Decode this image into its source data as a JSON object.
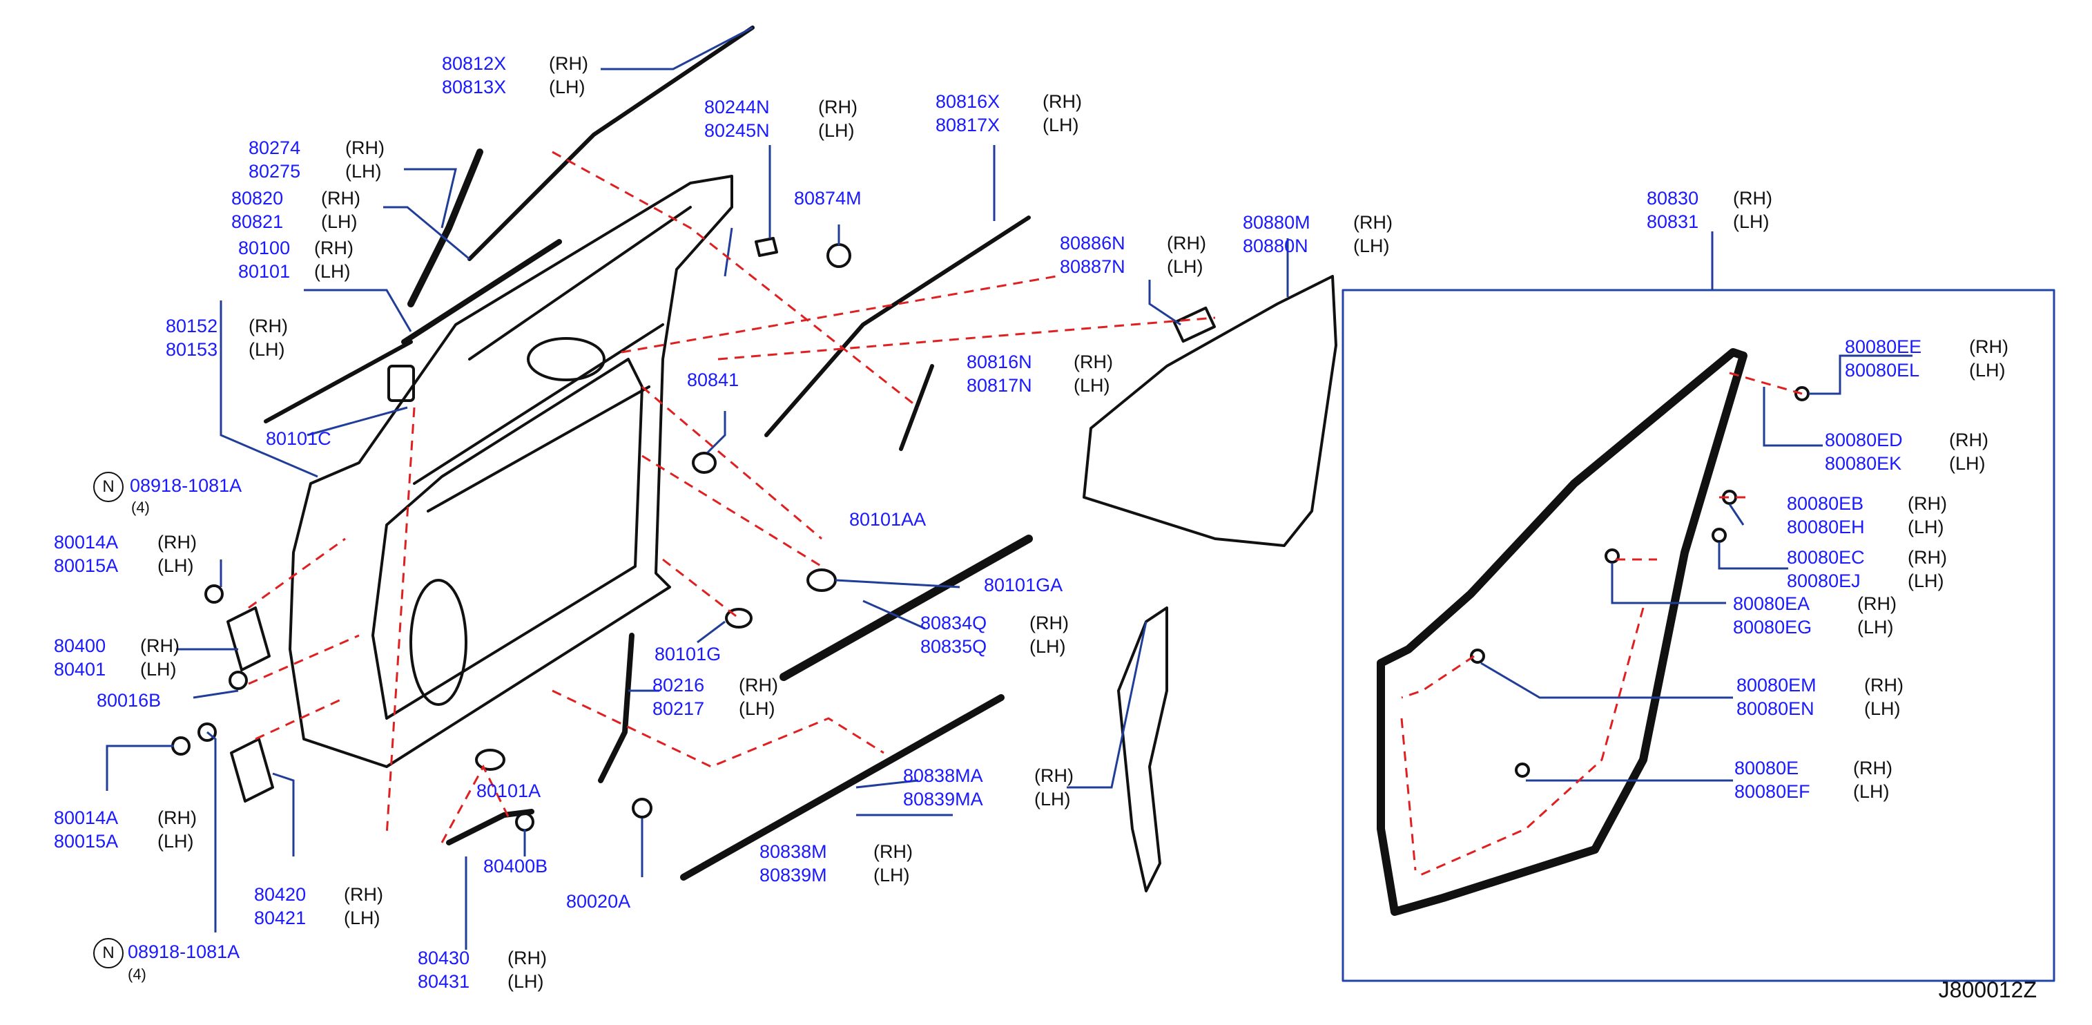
{
  "diagram_code": "J800012Z",
  "callouts": {
    "c80812": {
      "parts": [
        "80812X",
        "80813X"
      ],
      "sides": [
        "(RH)",
        "(LH)"
      ]
    },
    "c80244": {
      "parts": [
        "80244N",
        "80245N"
      ],
      "sides": [
        "(RH)",
        "(LH)"
      ]
    },
    "c80816top": {
      "parts": [
        "80816X",
        "80817X"
      ],
      "sides": [
        "(RH)",
        "(LH)"
      ]
    },
    "c80274": {
      "parts": [
        "80274",
        "80275"
      ],
      "sides": [
        "(RH)",
        "(LH)"
      ]
    },
    "c80820": {
      "parts": [
        "80820",
        "80821"
      ],
      "sides": [
        "(RH)",
        "(LH)"
      ]
    },
    "c80100": {
      "parts": [
        "80100",
        "80101"
      ],
      "sides": [
        "(RH)",
        "(LH)"
      ]
    },
    "c80152": {
      "parts": [
        "80152",
        "80153"
      ],
      "sides": [
        "(RH)",
        "(LH)"
      ]
    },
    "c80886": {
      "parts": [
        "80886N",
        "80887N"
      ],
      "sides": [
        "(RH)",
        "(LH)"
      ]
    },
    "c80880": {
      "parts": [
        "80880M",
        "80880N"
      ],
      "sides": [
        "(RH)",
        "(LH)"
      ]
    },
    "c80830": {
      "parts": [
        "80830",
        "80831"
      ],
      "sides": [
        "(RH)",
        "(LH)"
      ]
    },
    "c80816mid": {
      "parts": [
        "80816N",
        "80817N"
      ],
      "sides": [
        "(RH)",
        "(LH)"
      ]
    },
    "c80014top": {
      "parts": [
        "80014A",
        "80015A"
      ],
      "sides": [
        "(RH)",
        "(LH)"
      ]
    },
    "c80400": {
      "parts": [
        "80400",
        "80401"
      ],
      "sides": [
        "(RH)",
        "(LH)"
      ]
    },
    "c80834": {
      "parts": [
        "80834Q",
        "80835Q"
      ],
      "sides": [
        "(RH)",
        "(LH)"
      ]
    },
    "c80216": {
      "parts": [
        "80216",
        "80217"
      ],
      "sides": [
        "(RH)",
        "(LH)"
      ]
    },
    "c80838ma": {
      "parts": [
        "80838MA",
        "80839MA"
      ],
      "sides": [
        "(RH)",
        "(LH)"
      ]
    },
    "c80838m": {
      "parts": [
        "80838M",
        "80839M"
      ],
      "sides": [
        "(RH)",
        "(LH)"
      ]
    },
    "c80014bot": {
      "parts": [
        "80014A",
        "80015A"
      ],
      "sides": [
        "(RH)",
        "(LH)"
      ]
    },
    "c80420": {
      "parts": [
        "80420",
        "80421"
      ],
      "sides": [
        "(RH)",
        "(LH)"
      ]
    },
    "c80430": {
      "parts": [
        "80430",
        "80431"
      ],
      "sides": [
        "(RH)",
        "(LH)"
      ]
    },
    "c80080ee": {
      "parts": [
        "80080EE",
        "80080EL"
      ],
      "sides": [
        "(RH)",
        "(LH)"
      ]
    },
    "c80080ed": {
      "parts": [
        "80080ED",
        "80080EK"
      ],
      "sides": [
        "(RH)",
        "(LH)"
      ]
    },
    "c80080eb": {
      "parts": [
        "80080EB",
        "80080EH"
      ],
      "sides": [
        "(RH)",
        "(LH)"
      ]
    },
    "c80080ec": {
      "parts": [
        "80080EC",
        "80080EJ"
      ],
      "sides": [
        "(RH)",
        "(LH)"
      ]
    },
    "c80080ea": {
      "parts": [
        "80080EA",
        "80080EG"
      ],
      "sides": [
        "(RH)",
        "(LH)"
      ]
    },
    "c80080em": {
      "parts": [
        "80080EM",
        "80080EN"
      ],
      "sides": [
        "(RH)",
        "(LH)"
      ]
    },
    "c80080e": {
      "parts": [
        "80080E",
        "80080EF"
      ],
      "sides": [
        "(RH)",
        "(LH)"
      ]
    }
  },
  "singles": {
    "s80874m": "80874M",
    "s80841": "80841",
    "s80101c": "80101C",
    "s80101aa": "80101AA",
    "s80101ga": "80101GA",
    "s80101g": "80101G",
    "s80016b": "80016B",
    "s80101a": "80101A",
    "s80400b": "80400B",
    "s80020a": "80020A"
  },
  "bolts": {
    "top": {
      "symbol": "N",
      "part": "08918-1081A",
      "qty": "(4)"
    },
    "bottom": {
      "symbol": "N",
      "part": "08918-1081A",
      "qty": "(4)"
    }
  }
}
